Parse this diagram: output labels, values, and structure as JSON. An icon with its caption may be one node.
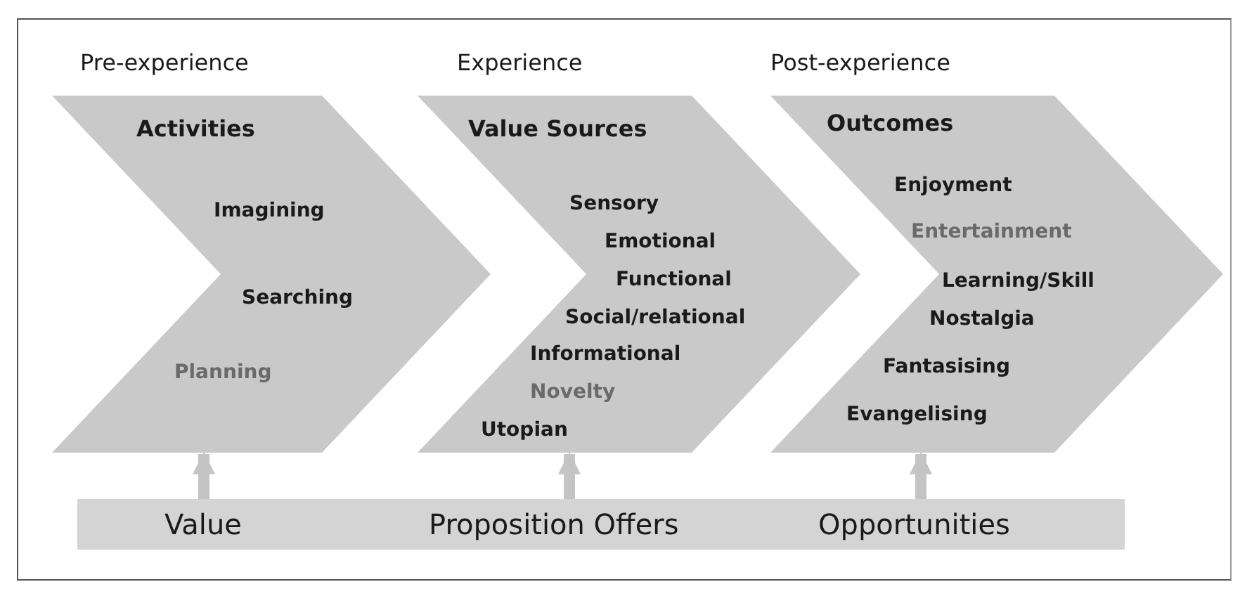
{
  "diagram": {
    "nodes": [
      {
        "text": [
          "Pre-experience",
          "Activities",
          "Imagining",
          "Searching",
          "Planning"
        ]
      },
      {
        "text": [
          "Experience",
          "Value Sources",
          "Sensory",
          "Emotional",
          "Functional",
          "Social/relational",
          "Informational",
          "Novelty",
          "Utopian"
        ]
      },
      {
        "text": [
          "Post-experience",
          "Outcomes",
          "Enjoyment",
          "Entertainment",
          "Learning/Skill",
          "Nostalgia",
          "Fantasising",
          "Evangelising"
        ]
      },
      {
        "text": [
          "Value",
          "Proposition Offers",
          "Opportunities"
        ]
      }
    ],
    "edges": [
      {
        "from": 3,
        "to": 0,
        "arrow": "to"
      },
      {
        "from": 3,
        "to": 1,
        "arrow": "to"
      },
      {
        "from": 3,
        "to": 2,
        "arrow": "to"
      }
    ]
  }
}
